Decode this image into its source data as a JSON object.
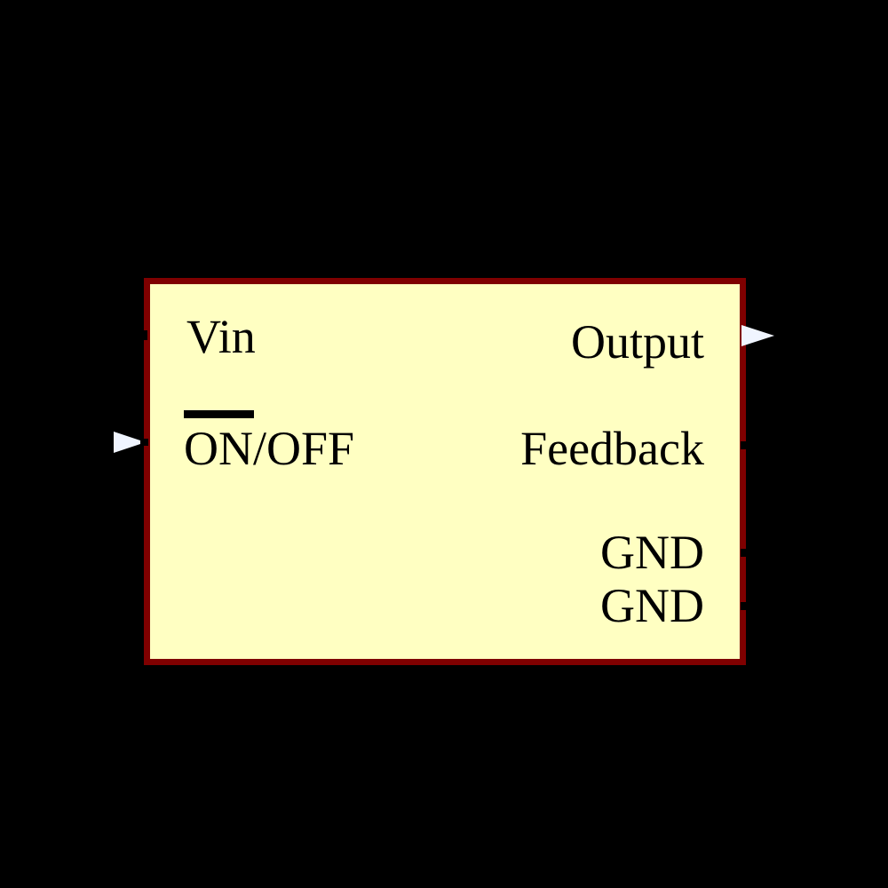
{
  "colors": {
    "background": "#000000",
    "block_fill": "#FFFFC2",
    "block_border": "#7F0000",
    "text": "#000000",
    "pin_arrow_fill": "#F0F5FF",
    "pin_stub": "#000000"
  },
  "block": {
    "pins": {
      "vin": {
        "label": "Vin",
        "side": "left",
        "marker": "stub"
      },
      "on_off": {
        "label": "ON/OFF",
        "overline_over": "ON",
        "side": "left",
        "marker": "arrow-in"
      },
      "output": {
        "label": "Output",
        "side": "right",
        "marker": "arrow-out"
      },
      "feedback": {
        "label": "Feedback",
        "side": "right",
        "marker": "stub"
      },
      "gnd1": {
        "label": "GND",
        "side": "right",
        "marker": "stub"
      },
      "gnd2": {
        "label": "GND",
        "side": "right",
        "marker": "stub"
      }
    }
  }
}
